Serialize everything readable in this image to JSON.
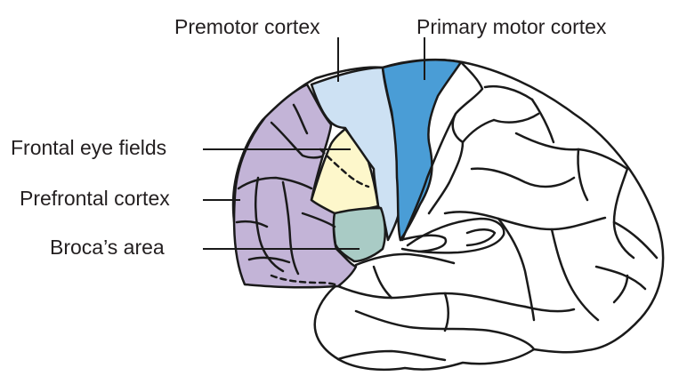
{
  "labels": {
    "premotor_cortex": "Premotor cortex",
    "primary_motor_cortex": "Primary motor cortex",
    "frontal_eye_fields": "Frontal eye fields",
    "prefrontal_cortex": "Prefrontal cortex",
    "brocas_area": "Broca’s area"
  },
  "colors": {
    "prefrontal_cortex": "#c3b4d7",
    "premotor_cortex": "#cde1f3",
    "primary_motor_cortex": "#4a9dd6",
    "frontal_eye_fields": "#fdf7cb",
    "brocas_area": "#a9cbc5",
    "outline": "#1a1a1a",
    "text": "#231f20"
  }
}
